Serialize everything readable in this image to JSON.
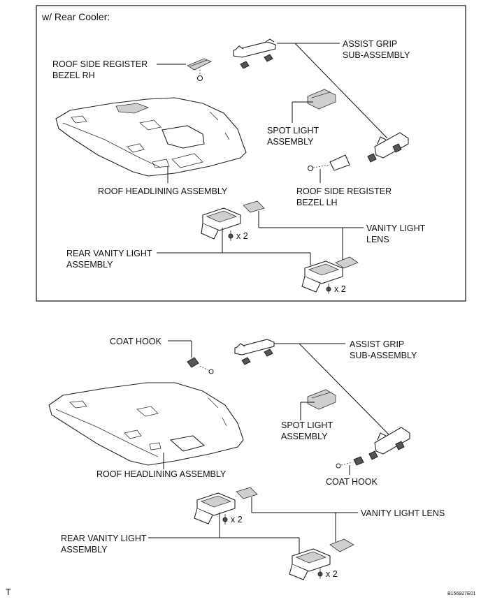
{
  "top_panel": {
    "title": "w/ Rear Cooler:",
    "roof_side_register_rh": [
      "ROOF SIDE REGISTER",
      "BEZEL RH"
    ],
    "assist_grip": [
      "ASSIST GRIP",
      "SUB-ASSEMBLY"
    ],
    "spot_light": [
      "SPOT LIGHT",
      "ASSEMBLY"
    ],
    "roof_side_register_lh": [
      "ROOF SIDE REGISTER",
      "BEZEL LH"
    ],
    "roof_headlining": "ROOF HEADLINING ASSEMBLY",
    "vanity_lens": [
      "VANITY LIGHT",
      "LENS"
    ],
    "rear_vanity": [
      "REAR VANITY LIGHT",
      "ASSEMBLY"
    ],
    "qty_1": "x 2",
    "qty_2": "x 2"
  },
  "bottom_panel": {
    "coat_hook_1": "COAT HOOK",
    "assist_grip": [
      "ASSIST GRIP",
      "SUB-ASSEMBLY"
    ],
    "spot_light": [
      "SPOT LIGHT",
      "ASSEMBLY"
    ],
    "roof_headlining": "ROOF HEADLINING ASSEMBLY",
    "coat_hook_2": "COAT HOOK",
    "vanity_lens": "VANITY LIGHT LENS",
    "rear_vanity": [
      "REAR VANITY LIGHT",
      "ASSEMBLY"
    ],
    "qty_1": "x 2",
    "qty_2": "x 2"
  },
  "footer": {
    "corner_mark": "T",
    "figure_id": "B156927E01"
  }
}
